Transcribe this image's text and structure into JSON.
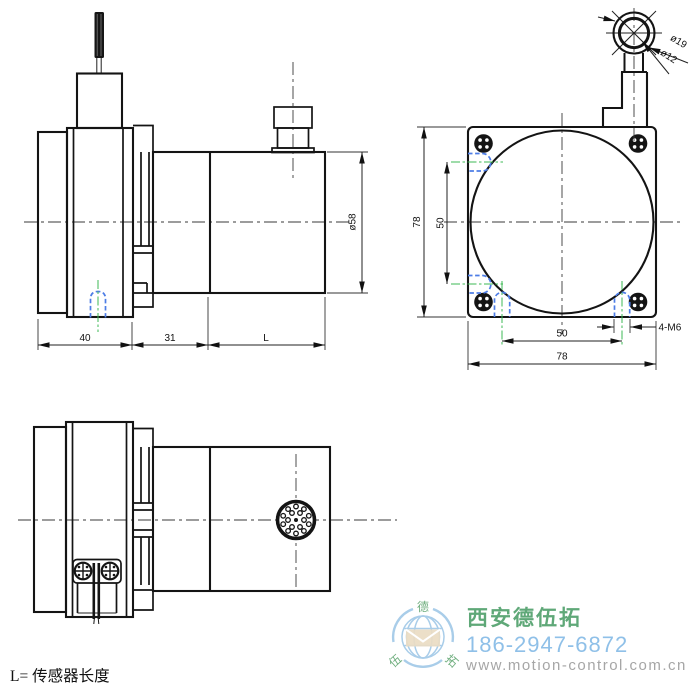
{
  "note": "L= 传感器长度",
  "views": {
    "side": {
      "dim_front_width": "40",
      "dim_mid_width": "31",
      "dim_body_length": "L",
      "dim_body_diameter": "ø58"
    },
    "front": {
      "dim_height": "78",
      "dim_width": "78",
      "dim_bolt_spacing_v": "50",
      "dim_bolt_spacing_h": "50",
      "thread_spec": "4-M6",
      "eyelet_outer_dia": "ø19",
      "eyelet_inner_dia": "ø12"
    }
  },
  "watermark": {
    "logo_char_top": "德",
    "logo_char_left": "伍",
    "logo_char_right": "拓",
    "company": "西安德伍拓",
    "phone": "186-2947-6872",
    "website": "www.motion-control.com.cn"
  },
  "colors": {
    "line": "#141414",
    "hidden_line": "#4d7de6",
    "centerline_green": "#3db954",
    "logo_blue": "#a9cde9",
    "logo_beige": "#eadcc3",
    "brand_green": "#5fa878",
    "brand_blue": "#8fc0e8",
    "brand_gray": "#a6a6a6"
  }
}
